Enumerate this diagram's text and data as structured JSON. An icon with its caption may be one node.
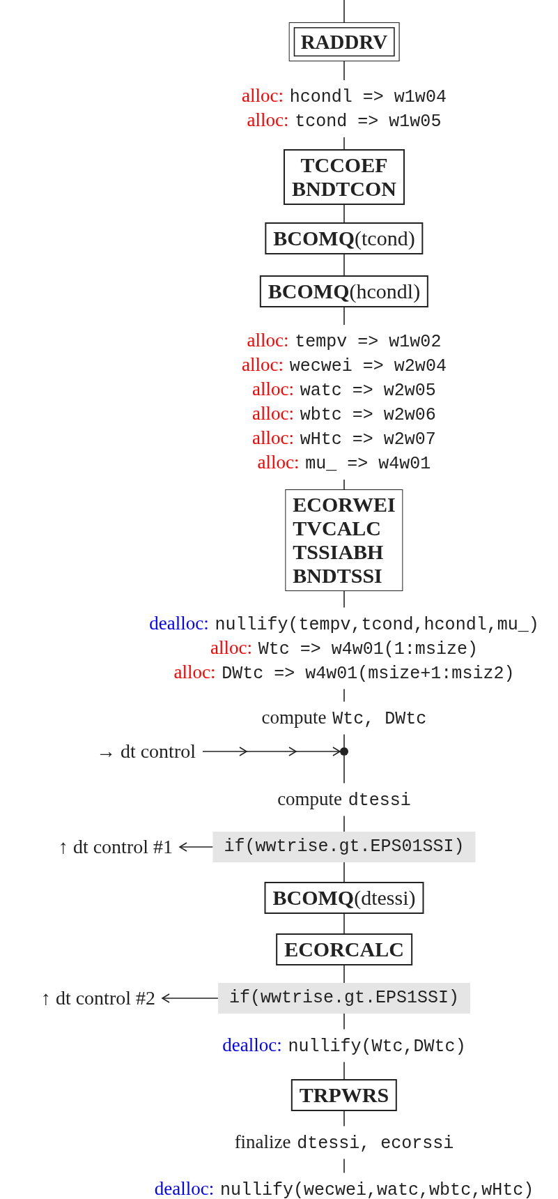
{
  "diagram": {
    "nodes": [
      {
        "text": [
          "RADDRV"
        ]
      },
      {
        "text": [
          "alloc: hcondl => w1w04",
          "alloc: tcond => w1w05"
        ]
      },
      {
        "text": [
          "TCCOEF",
          "BNDTCON"
        ]
      },
      {
        "text": [
          "**BCOMQ**(tcond)"
        ]
      },
      {
        "text": [
          "**BCOMQ**(hcondl)"
        ]
      },
      {
        "text": [
          "alloc: tempv => w1w02",
          "alloc: wecwei => w2w04",
          "alloc: watc => w2w05",
          "alloc: wbtc => w2w06",
          "alloc: wHtc => w2w07",
          "alloc: mu_ => w4w01"
        ]
      },
      {
        "text": [
          "ECORWEI",
          "TVCALC",
          "TSSIABH",
          "BNDTSSI"
        ]
      },
      {
        "text": [
          "dealloc: nullify(tempv,tcond,hcondl,mu_)",
          "alloc: Wtc => w4w01(1:msize)",
          "alloc: DWtc => w4w01(msize+1:msiz2)"
        ]
      },
      {
        "text": [
          "compute Wtc, DWtc"
        ]
      },
      {
        "text": [
          "→ dt control"
        ]
      },
      {
        "text": [],
        "shape": "circle"
      },
      {
        "text": [
          "compute dtessi"
        ]
      },
      {
        "text": [
          "↑ dt control #1"
        ]
      },
      {
        "text": [
          "if(wwtrise.gt.EPS01SSI)"
        ]
      },
      {
        "text": [
          "**BCOMQ**(dtessi)"
        ]
      },
      {
        "text": [
          "ECORCALC"
        ]
      },
      {
        "text": [
          "↑ dt control #2"
        ]
      },
      {
        "text": [
          "if(wwtrise.gt.EPS1SSI)"
        ]
      },
      {
        "text": [
          "dealloc: nullify(Wtc,DWtc)"
        ]
      },
      {
        "text": [
          "TRPWRS"
        ]
      },
      {
        "text": [
          "finalize dtessi, ecorssi"
        ]
      },
      {
        "text": [
          "dealloc: nullify(wecwei,watc,wbtc,wHtc)"
        ]
      }
    ],
    "edges": [
      {
        "from": null,
        "to": 0,
        "arrow": "none"
      },
      {
        "from": 0,
        "to": 1,
        "arrow": "none"
      },
      {
        "from": 1,
        "to": 2,
        "arrow": "none"
      },
      {
        "from": 2,
        "to": 3,
        "arrow": "none"
      },
      {
        "from": 3,
        "to": 4,
        "arrow": "none"
      },
      {
        "from": 4,
        "to": 5,
        "arrow": "none"
      },
      {
        "from": 5,
        "to": 6,
        "arrow": "none"
      },
      {
        "from": 6,
        "to": 7,
        "arrow": "none"
      },
      {
        "from": 7,
        "to": 8,
        "arrow": "none"
      },
      {
        "from": 8,
        "to": 10,
        "arrow": "none"
      },
      {
        "from": 9,
        "to": 10,
        "arrow": "to"
      },
      {
        "from": 10,
        "to": 11,
        "arrow": "none"
      },
      {
        "from": 11,
        "to": 13,
        "arrow": "none"
      },
      {
        "from": 13,
        "to": 12,
        "arrow": "to"
      },
      {
        "from": 13,
        "to": 14,
        "arrow": "none"
      },
      {
        "from": 14,
        "to": 15,
        "arrow": "none"
      },
      {
        "from": 15,
        "to": 17,
        "arrow": "none"
      },
      {
        "from": 17,
        "to": 16,
        "arrow": "to"
      },
      {
        "from": 17,
        "to": 18,
        "arrow": "none"
      },
      {
        "from": 18,
        "to": 19,
        "arrow": "none"
      },
      {
        "from": 19,
        "to": 20,
        "arrow": "none"
      },
      {
        "from": 20,
        "to": 21,
        "arrow": "none"
      }
    ]
  }
}
